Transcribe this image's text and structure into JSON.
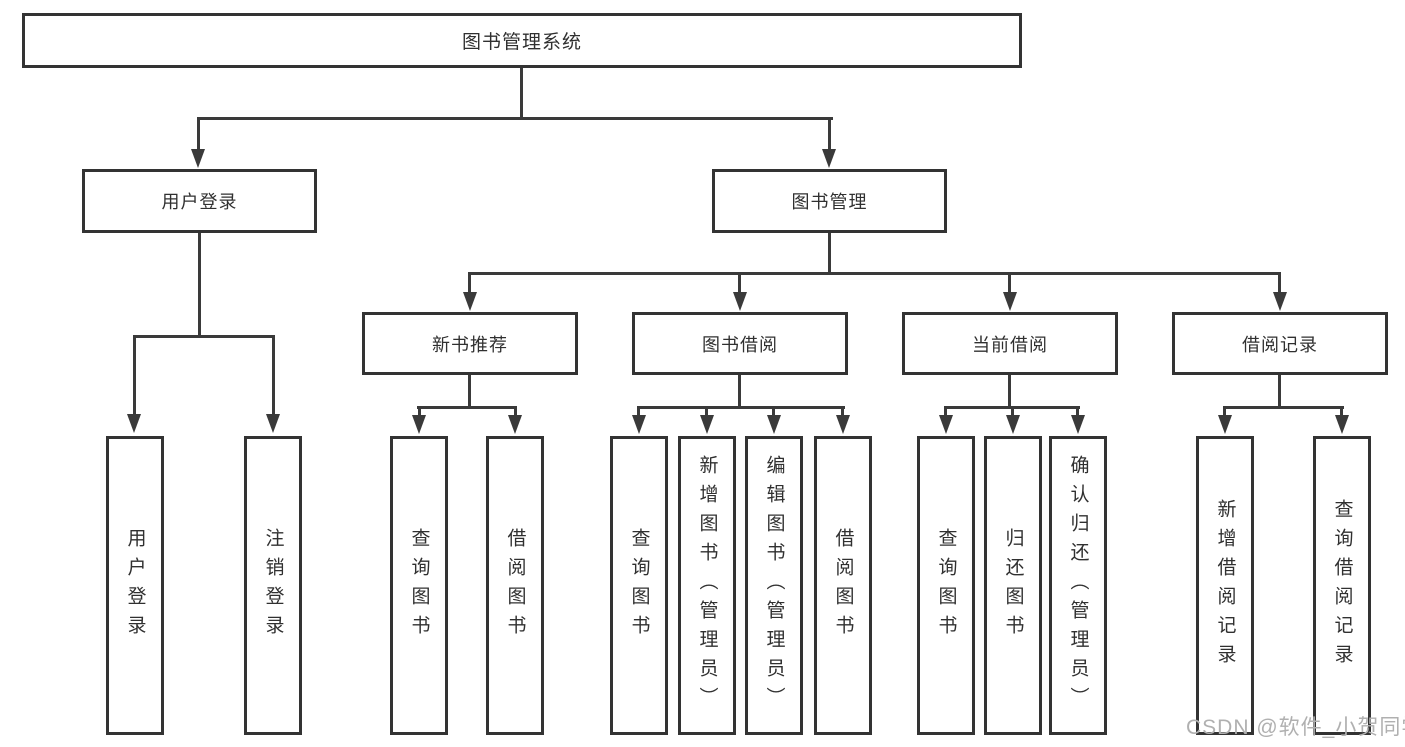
{
  "tree": {
    "root": {
      "label": "图书管理系统"
    },
    "level2": [
      {
        "label": "用户登录"
      },
      {
        "label": "图书管理"
      }
    ],
    "level3": [
      {
        "label": "新书推荐"
      },
      {
        "label": "图书借阅"
      },
      {
        "label": "当前借阅"
      },
      {
        "label": "借阅记录"
      }
    ],
    "leaves": {
      "user_login": [
        {
          "label": "用户登录"
        },
        {
          "label": "注销登录"
        }
      ],
      "new_book_recommend": [
        {
          "label": "查询图书"
        },
        {
          "label": "借阅图书"
        }
      ],
      "book_borrow": [
        {
          "label": "查询图书"
        },
        {
          "label": "新增图书（管理员）"
        },
        {
          "label": "编辑图书（管理员）"
        },
        {
          "label": "借阅图书"
        }
      ],
      "current_borrow": [
        {
          "label": "查询图书"
        },
        {
          "label": "归还图书"
        },
        {
          "label": "确认归还（管理员）"
        }
      ],
      "borrow_record": [
        {
          "label": "新增借阅记录"
        },
        {
          "label": "查询借阅记录"
        }
      ]
    }
  },
  "watermark": {
    "text": "CSDN @软件_小贺同学"
  },
  "colors": {
    "line": "#3a3a3a",
    "border": "#333333",
    "text": "#303030",
    "watermark": "#b0b0b0",
    "background": "#ffffff"
  }
}
